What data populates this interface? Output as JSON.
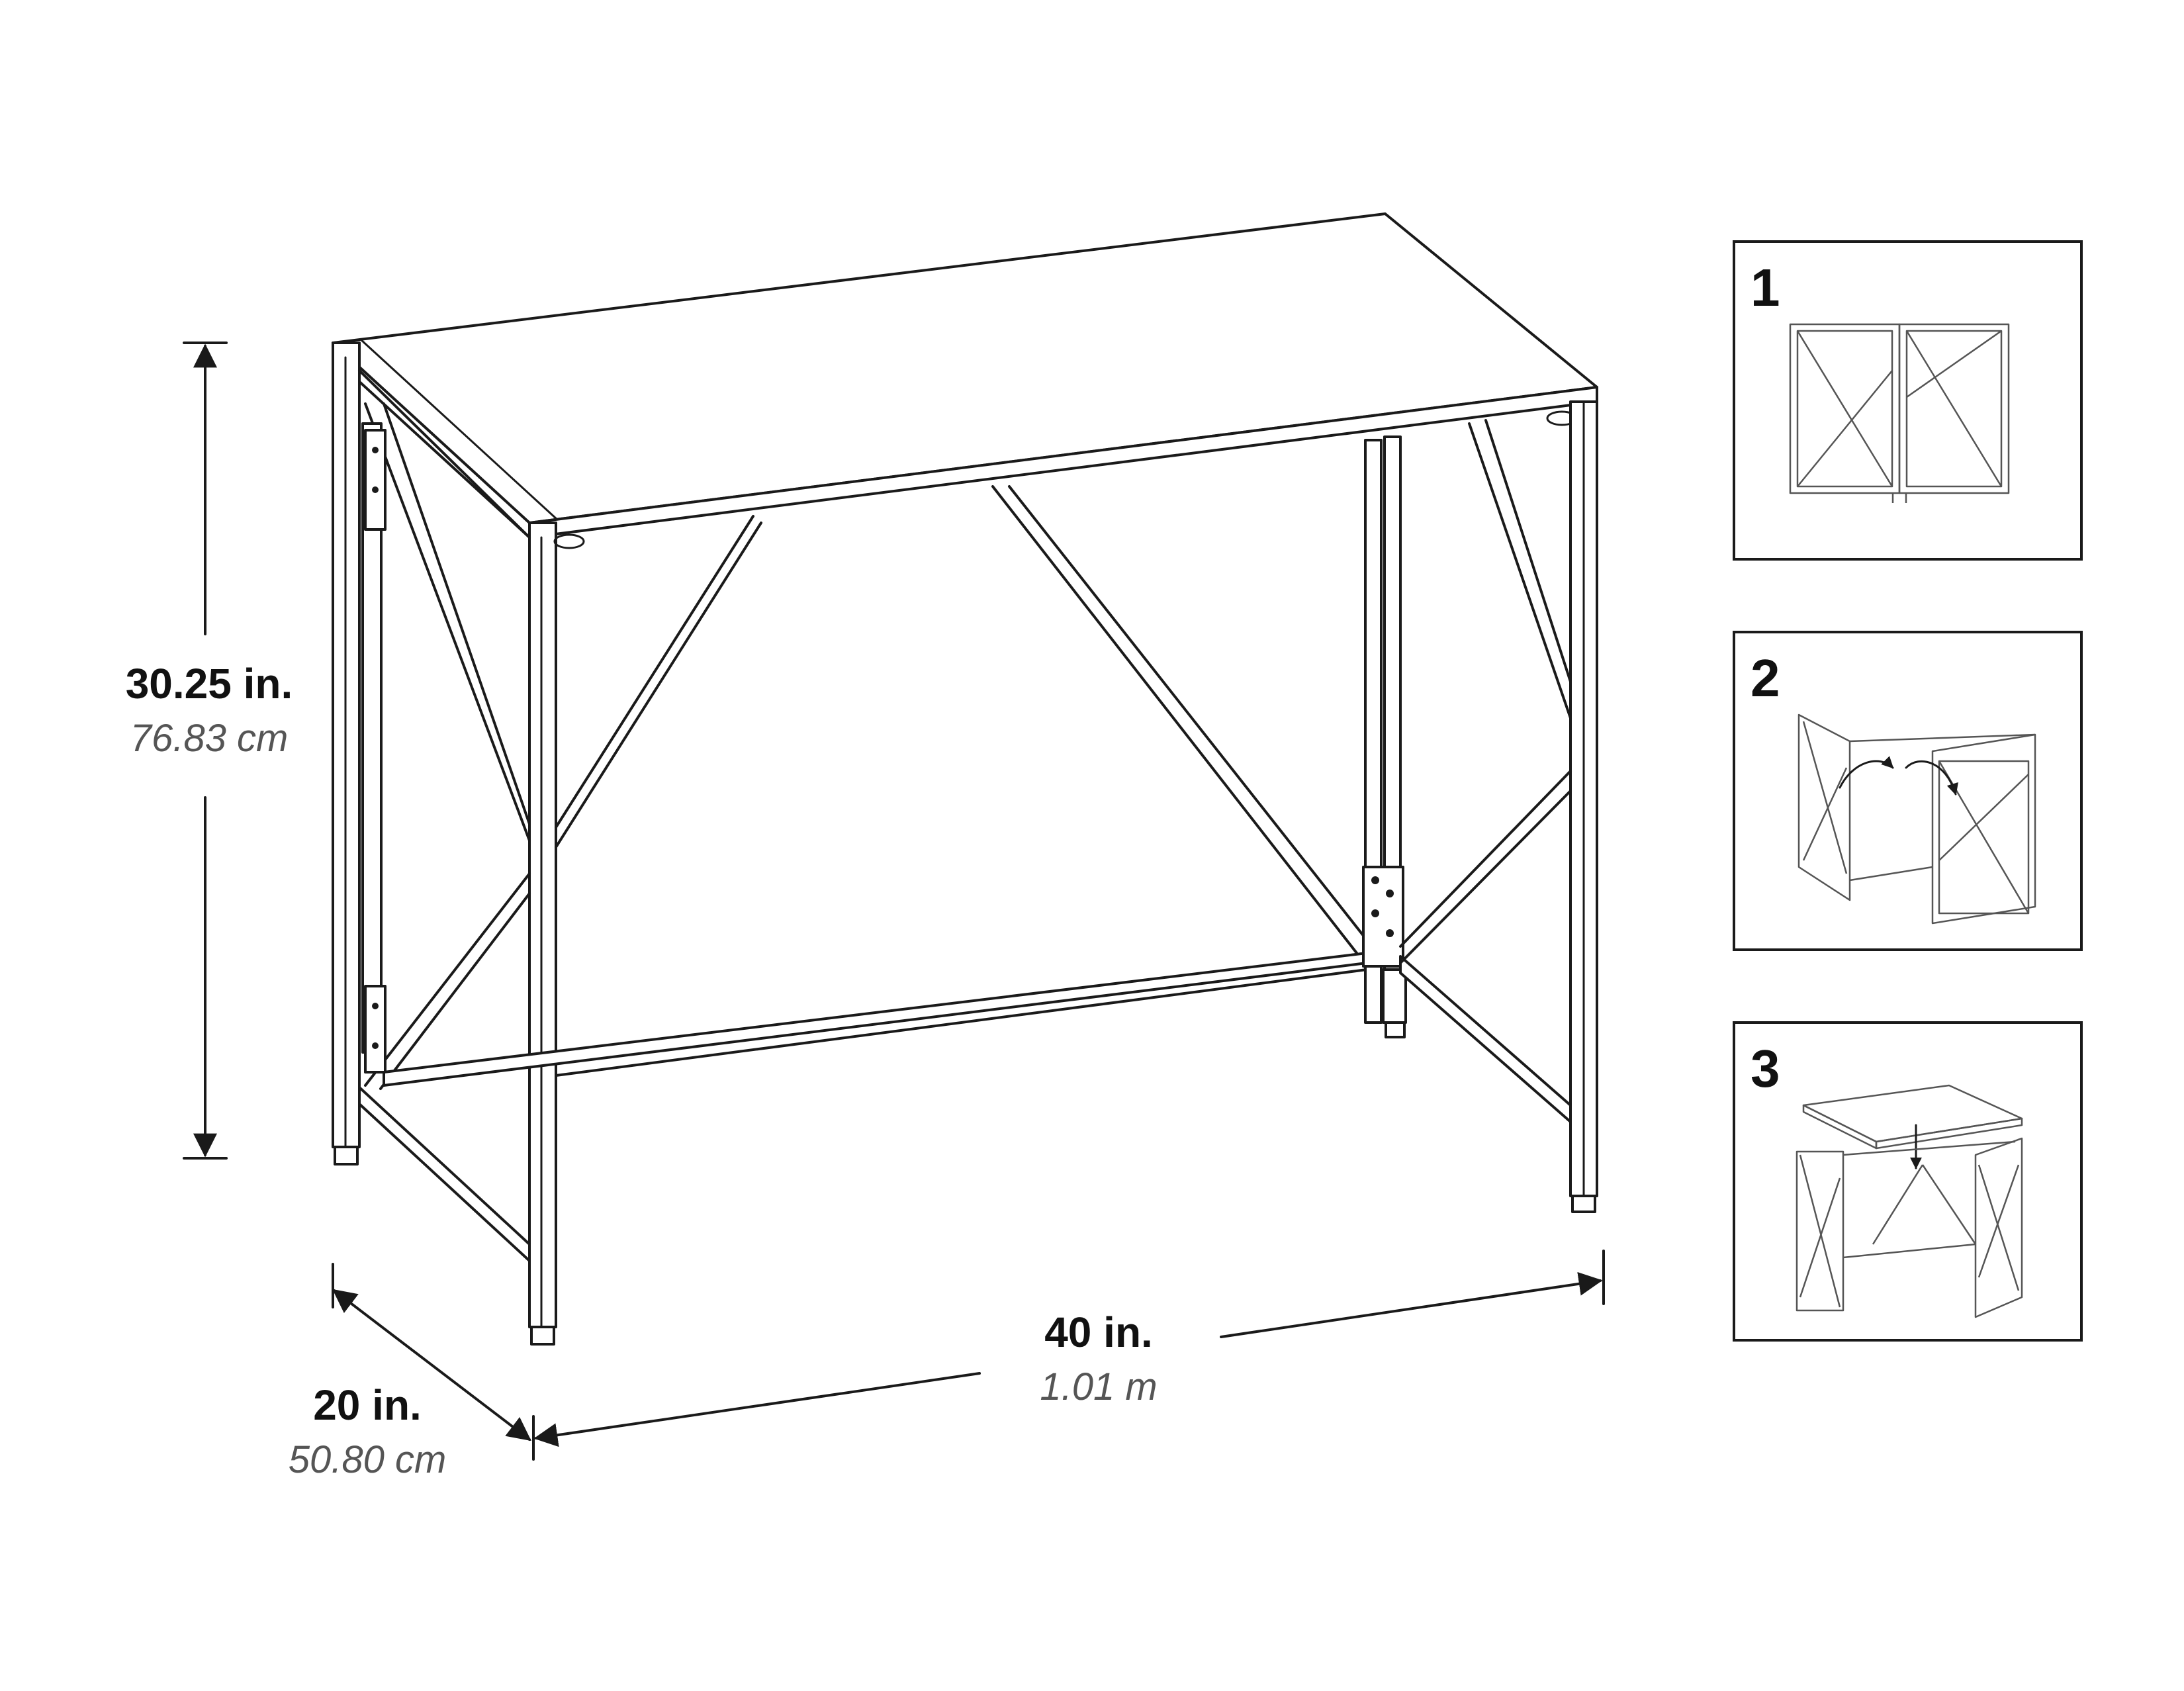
{
  "dimensions": {
    "height": {
      "imperial": "30.25 in.",
      "metric": "76.83 cm"
    },
    "width": {
      "imperial": "40 in.",
      "metric": "1.01 m"
    },
    "depth": {
      "imperial": "20 in.",
      "metric": "50.80 cm"
    }
  },
  "steps": [
    {
      "number": "1"
    },
    {
      "number": "2"
    },
    {
      "number": "3"
    }
  ],
  "colors": {
    "line": "#1a1a1a",
    "secondary_text": "#555555",
    "background": "#ffffff"
  }
}
